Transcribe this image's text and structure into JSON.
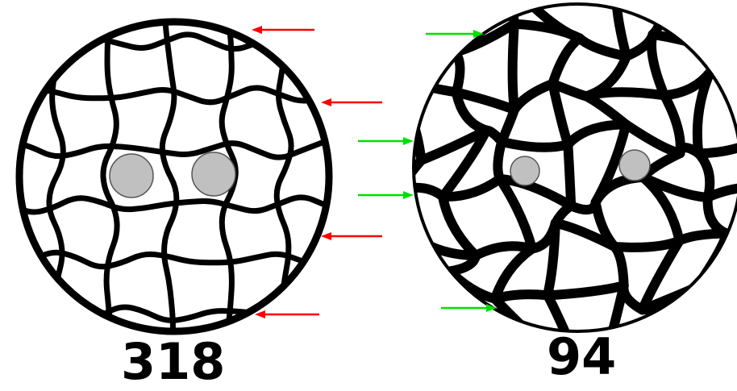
{
  "panels": [
    {
      "label": "318",
      "arrow_color": "#ff0000",
      "arrow_direction": "left"
    },
    {
      "label": "94",
      "arrow_color": "#00e000",
      "arrow_direction": "right"
    }
  ],
  "colors": {
    "background": "#ffffff",
    "outline": "#000000",
    "dot_fill": "#c0c0c0",
    "dot_stroke": "#555555"
  }
}
